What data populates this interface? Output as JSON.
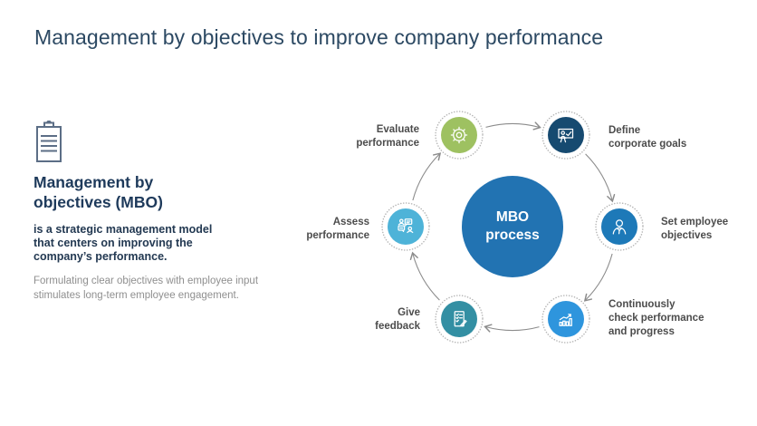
{
  "slide": {
    "title": "Management by objectives to improve company performance"
  },
  "info_panel": {
    "icon": "clipboard-icon",
    "heading": "Management by\nobjectives (MBO)",
    "bold_text": "is a strategic management model\nthat centers on improving the\ncompany’s performance.",
    "body_text": "Formulating clear objectives with employee input\nstimulates long-term employee engagement."
  },
  "diagram": {
    "center_label": "MBO\nprocess",
    "center_color": "#2273b2",
    "arrow_color": "#8c8c8c",
    "ring_color": "#b5b5b5",
    "steps": [
      {
        "label": "Define\ncorporate goals",
        "icon": "presentation-icon",
        "color": "#164a70",
        "position": "top-right"
      },
      {
        "label": "Set employee\nobjectives",
        "icon": "employee-icon",
        "color": "#1d79b8",
        "position": "right"
      },
      {
        "label": "Continuously\ncheck performance\nand progress",
        "icon": "growth-chart-icon",
        "color": "#2e95dd",
        "position": "bottom-right"
      },
      {
        "label": "Give\nfeedback",
        "icon": "feedback-checklist-icon",
        "color": "#338fa3",
        "position": "bottom-left"
      },
      {
        "label": "Assess\nperformance",
        "icon": "discussion-icon",
        "color": "#4eb3d8",
        "position": "left"
      },
      {
        "label": "Evaluate\nperformance",
        "icon": "gear-icon",
        "color": "#9ec161",
        "position": "top-left"
      }
    ]
  }
}
